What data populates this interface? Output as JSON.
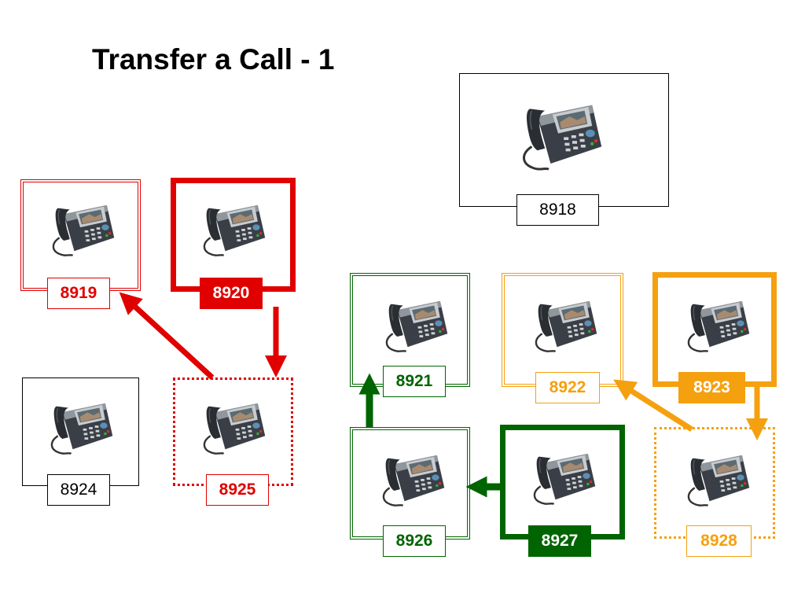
{
  "title": "Transfer a Call - 1",
  "colors": {
    "red": "#e00000",
    "green": "#006400",
    "orange": "#f5a00f",
    "black": "#000000"
  },
  "phones": {
    "p8918": "8918",
    "p8919": "8919",
    "p8920": "8920",
    "p8921": "8921",
    "p8922": "8922",
    "p8923": "8923",
    "p8924": "8924",
    "p8925": "8925",
    "p8926": "8926",
    "p8927": "8927",
    "p8928": "8928"
  },
  "icon": "ip-phone-icon"
}
